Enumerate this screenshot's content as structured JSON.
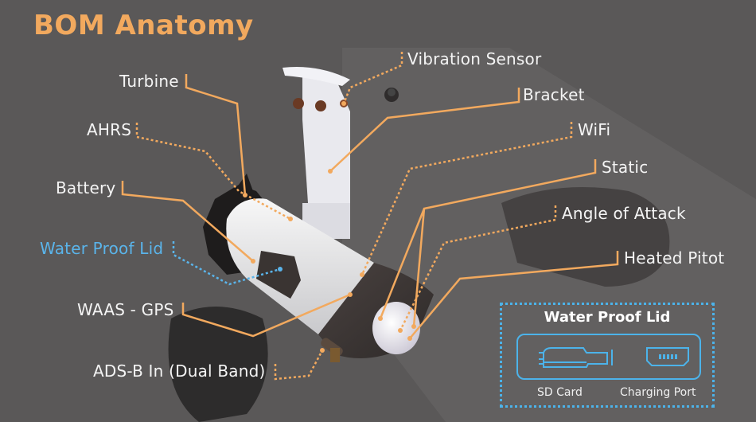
{
  "title": "BOM Anatomy",
  "colors": {
    "accent_orange": "#f2a95e",
    "accent_blue": "#4cb3ea",
    "background": "#5a5858",
    "label_text": "#f4f4f4"
  },
  "labels_left": [
    {
      "id": "turbine",
      "text": "Turbine",
      "line": "solid"
    },
    {
      "id": "ahrs",
      "text": "AHRS",
      "line": "dotted"
    },
    {
      "id": "battery",
      "text": "Battery",
      "line": "solid"
    },
    {
      "id": "water-proof-lid",
      "text": "Water Proof Lid",
      "line": "dotted",
      "color": "blue"
    },
    {
      "id": "waas-gps",
      "text": "WAAS - GPS",
      "line": "solid"
    },
    {
      "id": "ads-b",
      "text": "ADS-B In (Dual Band)",
      "line": "dotted"
    }
  ],
  "labels_right": [
    {
      "id": "vibration-sensor",
      "text": "Vibration Sensor",
      "line": "dotted"
    },
    {
      "id": "bracket",
      "text": "Bracket",
      "line": "solid"
    },
    {
      "id": "wifi",
      "text": "WiFi",
      "line": "dotted"
    },
    {
      "id": "static",
      "text": "Static",
      "line": "solid"
    },
    {
      "id": "angle-of-attack",
      "text": "Angle of Attack",
      "line": "dotted"
    },
    {
      "id": "heated-pitot",
      "text": "Heated Pitot",
      "line": "solid"
    }
  ],
  "inset": {
    "title": "Water Proof Lid",
    "items": [
      {
        "icon": "sd-card-icon",
        "label": "SD Card"
      },
      {
        "icon": "charging-port-icon",
        "label": "Charging Port"
      }
    ]
  }
}
